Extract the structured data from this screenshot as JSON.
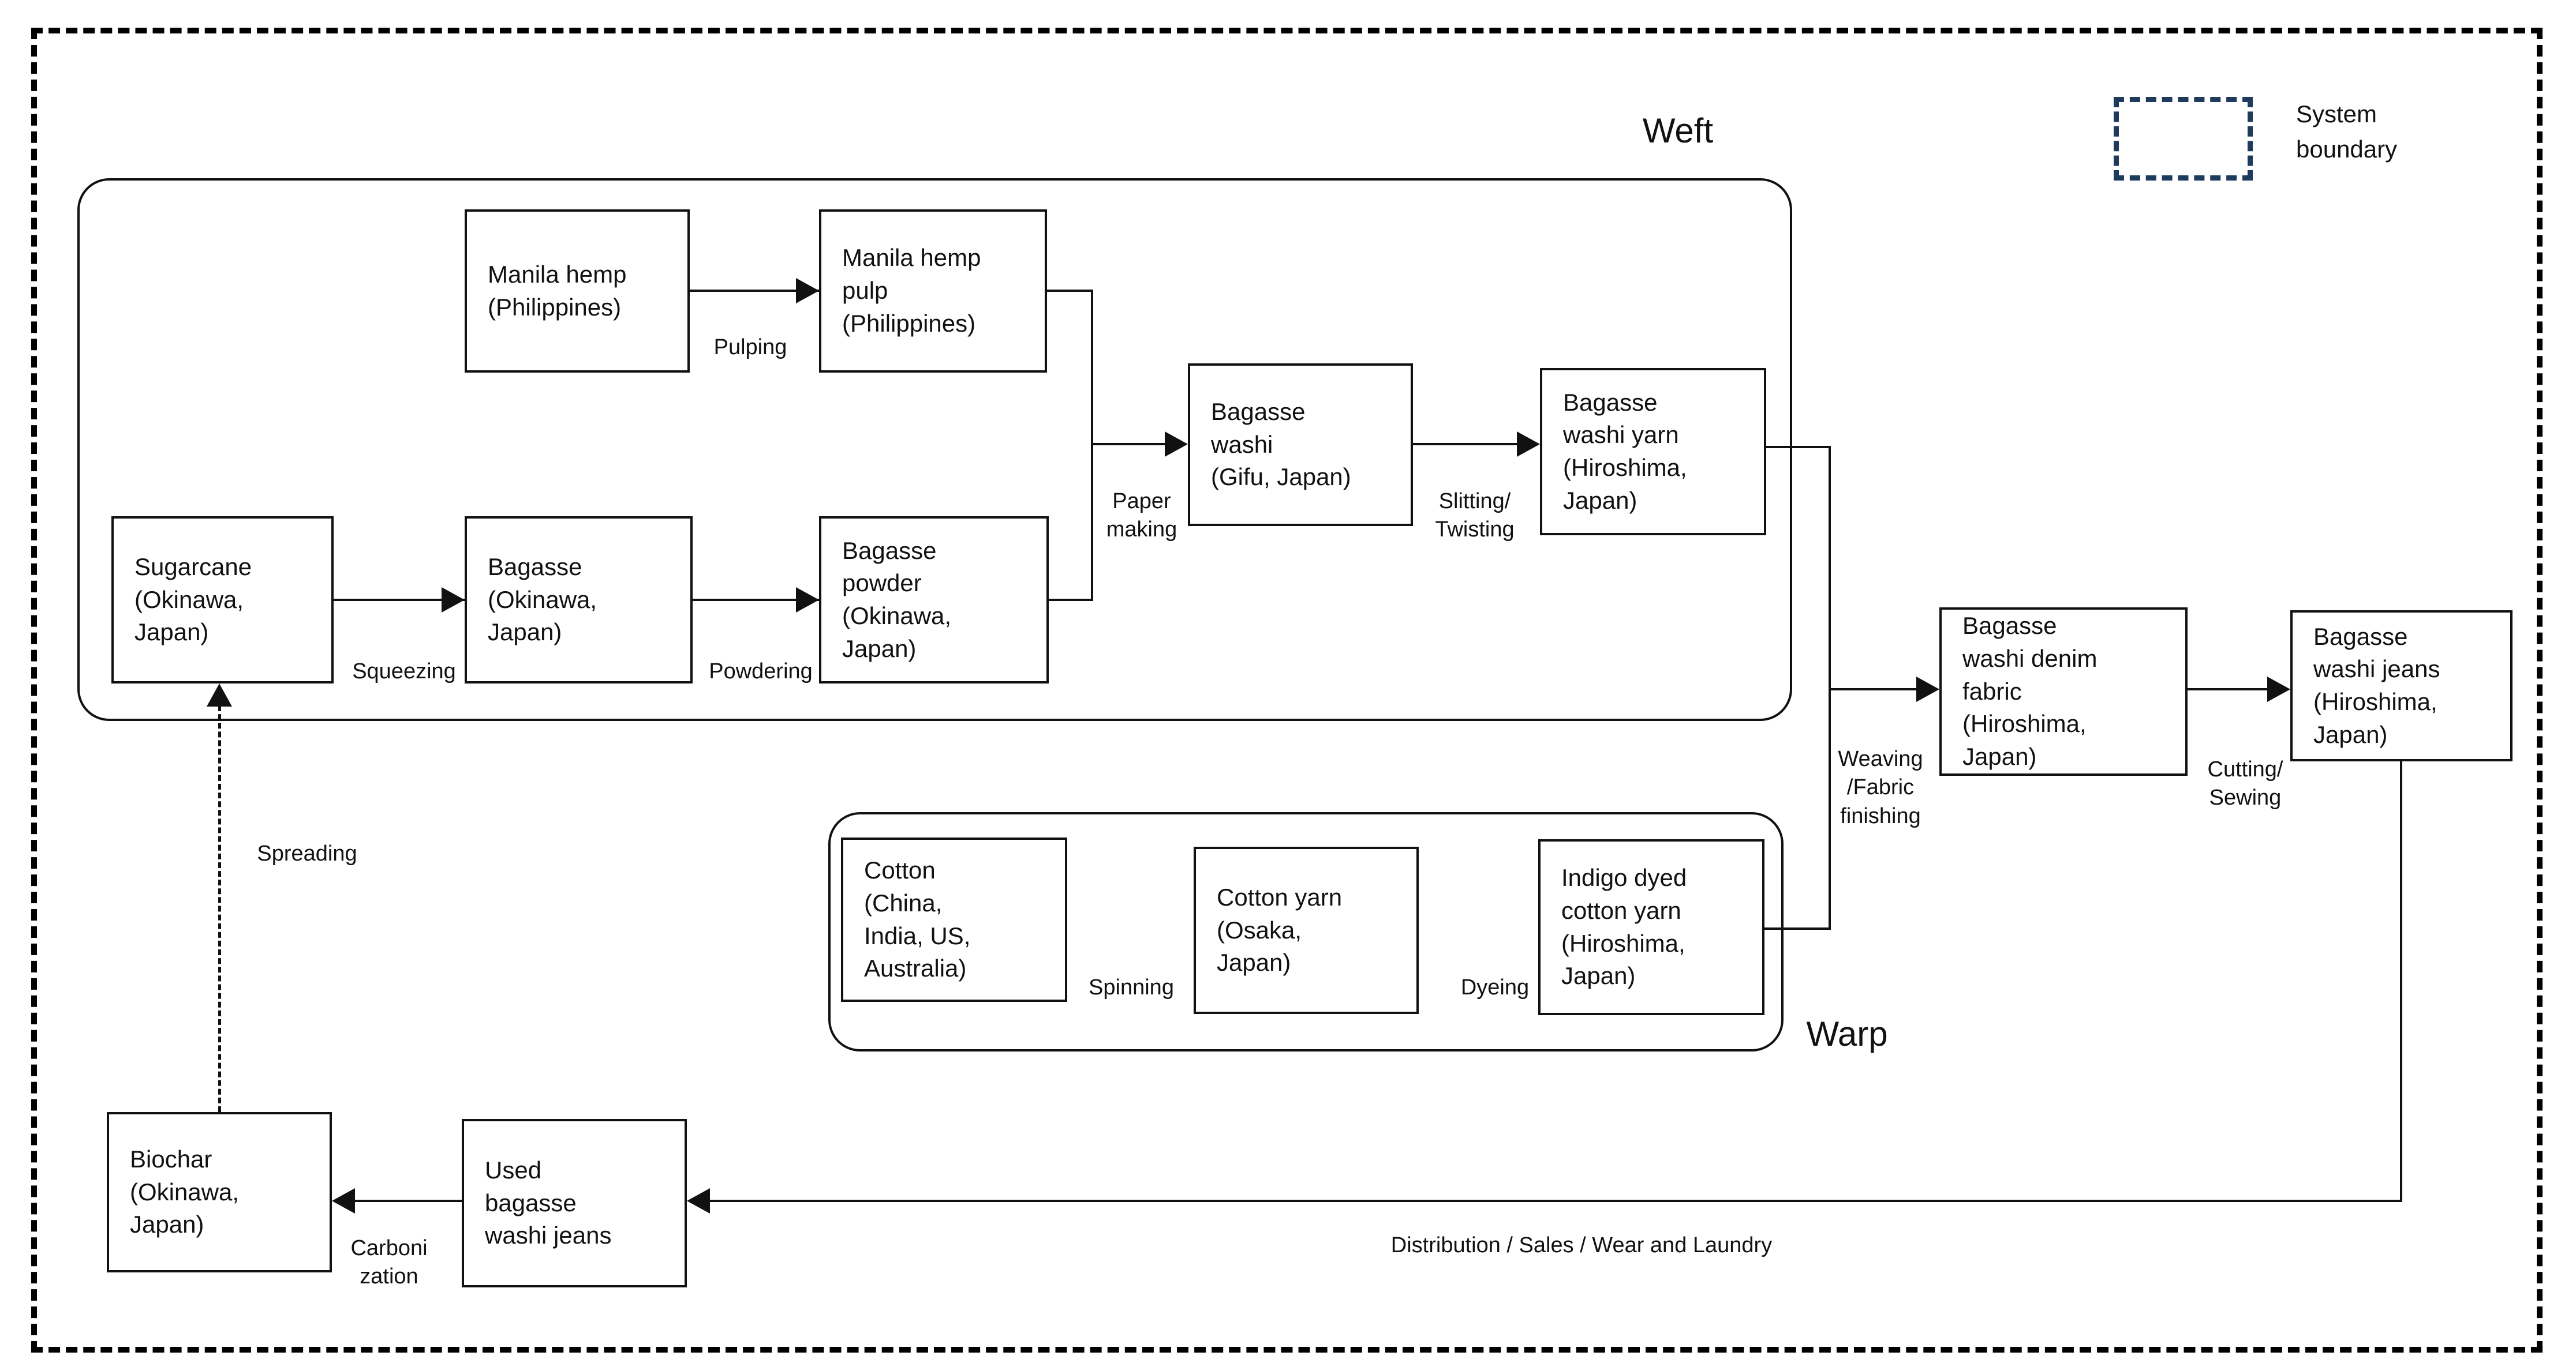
{
  "colors": {
    "line": "#111111",
    "legend_box": "#1e3a5c",
    "background": "#ffffff",
    "text": "#111111"
  },
  "legend": {
    "label": "System\nboundary"
  },
  "sections": {
    "weft": "Weft",
    "warp": "Warp"
  },
  "nodes": {
    "manila_hemp": "Manila hemp\n(Philippines)",
    "manila_hemp_pulp": "Manila hemp\npulp\n(Philippines)",
    "sugarcane": "Sugarcane\n(Okinawa,\nJapan)",
    "bagasse": "Bagasse\n(Okinawa,\nJapan)",
    "bagasse_powder": "Bagasse\npowder\n(Okinawa,\nJapan)",
    "bagasse_washi": "Bagasse\nwashi\n(Gifu, Japan)",
    "bagasse_washi_yarn": "Bagasse\nwashi yarn\n(Hiroshima,\nJapan)",
    "bagasse_washi_denim_fabric": "Bagasse\nwashi denim\nfabric\n(Hiroshima,\nJapan)",
    "bagasse_washi_jeans": "Bagasse\nwashi jeans\n(Hiroshima,\nJapan)",
    "cotton": "Cotton\n(China,\nIndia, US,\nAustralia)",
    "cotton_yarn": "Cotton yarn\n(Osaka,\nJapan)",
    "indigo_dyed_cotton_yarn": "Indigo dyed\ncotton yarn\n(Hiroshima,\nJapan)",
    "biochar": "Biochar\n(Okinawa,\nJapan)",
    "used_bagasse_washi_jeans": "Used\nbagasse\nwashi jeans"
  },
  "processes": {
    "pulping": "Pulping",
    "squeezing": "Squeezing",
    "powdering": "Powdering",
    "paper_making": "Paper\nmaking",
    "slitting_twisting": "Slitting/\nTwisting",
    "spinning": "Spinning",
    "dyeing": "Dyeing",
    "weaving_fabric_finishing": "Weaving\n/Fabric\nfinishing",
    "cutting_sewing": "Cutting/\nSewing",
    "distribution": "Distribution / Sales / Wear and Laundry",
    "carbonization": "Carboni\nzation",
    "spreading": "Spreading"
  }
}
